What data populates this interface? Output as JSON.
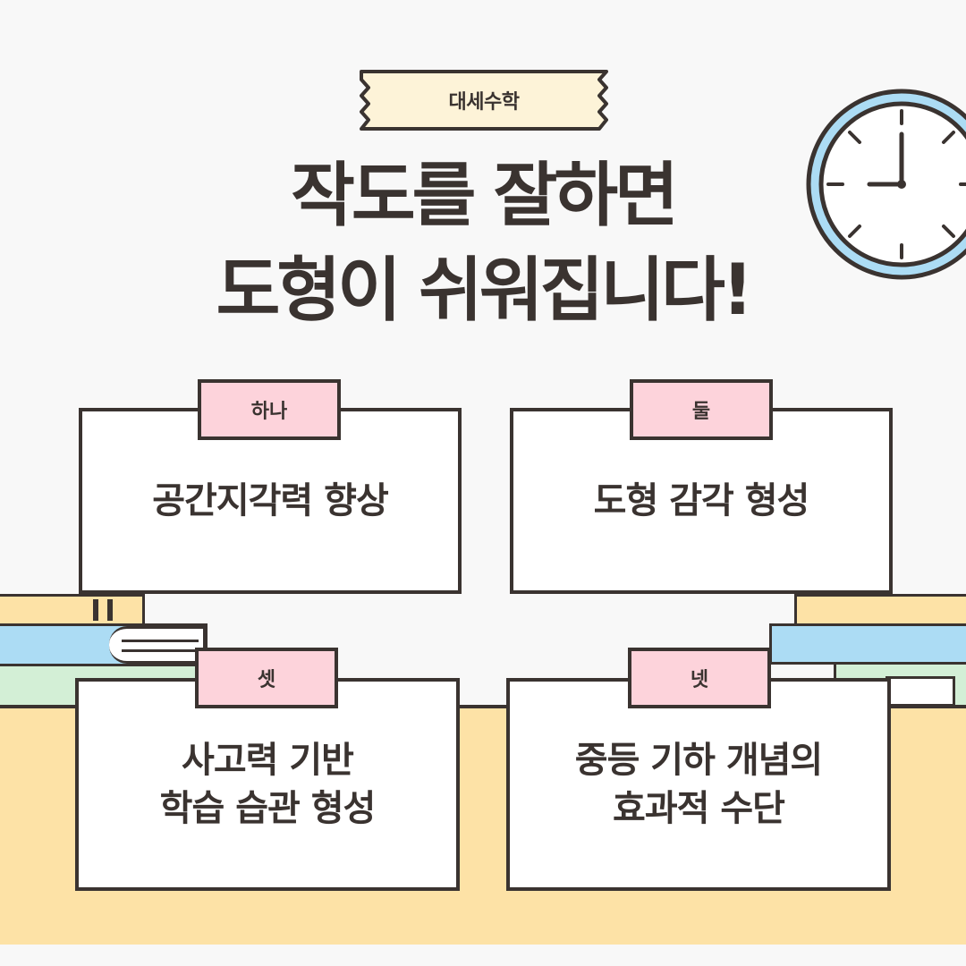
{
  "banner": {
    "label": "대세수학"
  },
  "headline": {
    "line1": "작도를 잘하면",
    "line2": "도형이 쉬워집니다!"
  },
  "cards": [
    {
      "tab": "하나",
      "text": "공간지각력 향상"
    },
    {
      "tab": "둘",
      "text": "도형 감각 형성"
    },
    {
      "tab": "셋",
      "text": "사고력 기반\n학습 습관 형성"
    },
    {
      "tab": "넷",
      "text": "중등 기하 개념의\n효과적 수단"
    }
  ],
  "colors": {
    "background": "#f8f8f8",
    "ink": "#3a3330",
    "floor": "#fde2a6",
    "banner": "#fdf3d8",
    "tab": "#fdd3db",
    "book_blue": "#acdcf4",
    "book_green": "#d3efd6",
    "clock_rim": "#acdcf4"
  },
  "icons": {
    "clock": "clock-icon"
  }
}
